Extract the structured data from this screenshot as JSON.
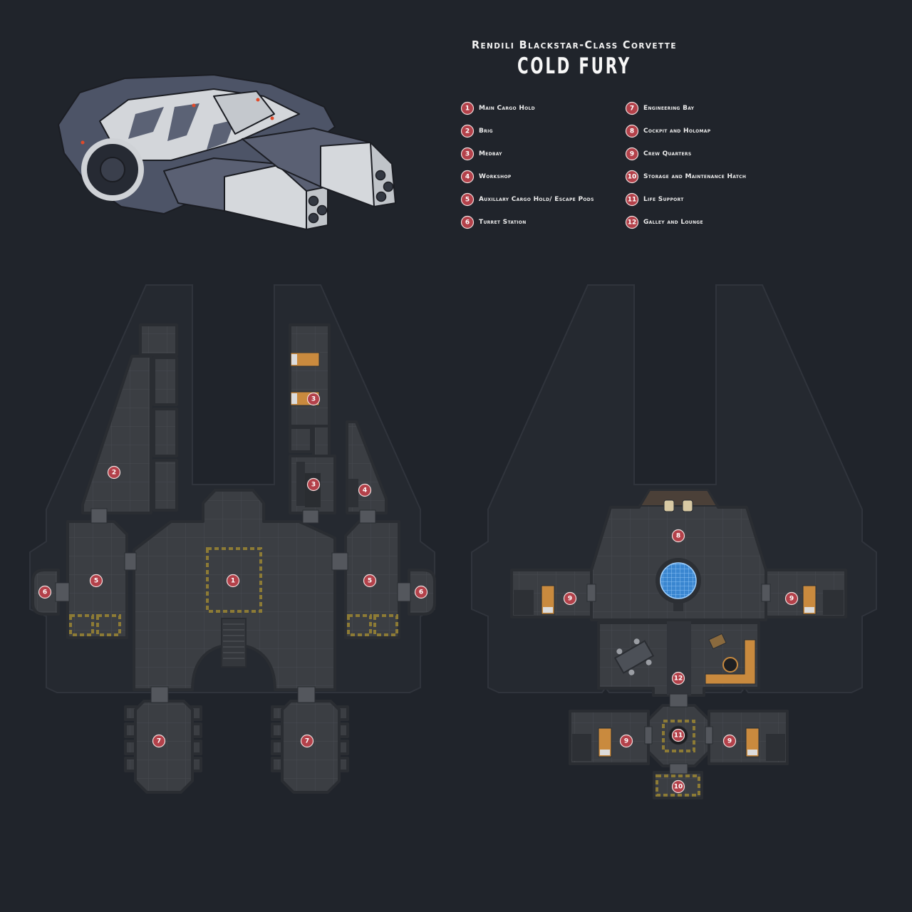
{
  "header": {
    "subtitle": "Rendili Blackstar-Class Corvette",
    "title": "COLD FURY"
  },
  "legend": [
    {
      "number": "1",
      "label": "Main Cargo Hold"
    },
    {
      "number": "2",
      "label": "Brig"
    },
    {
      "number": "3",
      "label": "Medbay"
    },
    {
      "number": "4",
      "label": "Workshop"
    },
    {
      "number": "5",
      "label": "Auxillary Cargo Hold/ Escape Pods"
    },
    {
      "number": "6",
      "label": "Turret Station"
    },
    {
      "number": "7",
      "label": "Engineering Bay"
    },
    {
      "number": "8",
      "label": "Cockpit and Holomap"
    },
    {
      "number": "9",
      "label": "Crew Quarters"
    },
    {
      "number": "10",
      "label": "Storage and Maintenance Hatch"
    },
    {
      "number": "11",
      "label": "Life Support"
    },
    {
      "number": "12",
      "label": "Galley and Lounge"
    }
  ],
  "lower_deck": {
    "markers": [
      "2",
      "3",
      "3",
      "4",
      "5",
      "1",
      "5",
      "6",
      "6",
      "7",
      "7"
    ]
  },
  "upper_deck": {
    "markers": [
      "8",
      "9",
      "9",
      "12",
      "11",
      "9",
      "9",
      "10"
    ]
  },
  "colors": {
    "background": "#20242b",
    "floor": "#3b3e43",
    "marker": "#b3414a",
    "holomap": "#3a86d0",
    "hazard_stripe": "#8d7b35",
    "furniture_accent": "#c98a3e"
  }
}
